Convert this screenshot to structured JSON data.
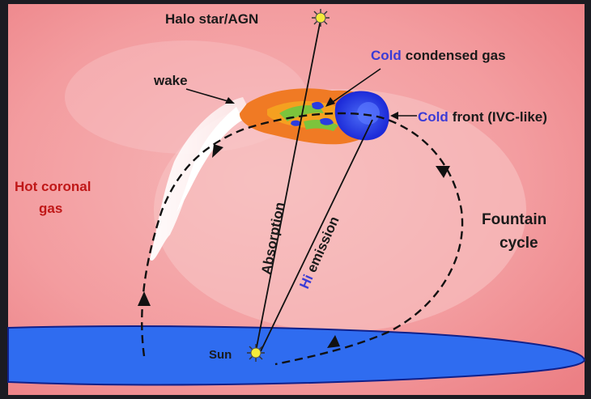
{
  "labels": {
    "halo_star": "Halo star/AGN",
    "cold_word": "Cold",
    "condensed_rest": "condensed gas",
    "wake": "wake",
    "front_cold": "Cold",
    "front_rest": "front (IVC-like)",
    "hot_line1": "Hot coronal",
    "hot_line2": "gas",
    "fountain_line1": "Fountain",
    "fountain_line2": "cycle",
    "absorption": "Absorption",
    "hi_prefix": "Hi",
    "emission": "emission",
    "sun": "Sun"
  },
  "colors": {
    "background_hot": "#f08a8e",
    "background_light": "#f6b7b8",
    "frame": "#1b1b22",
    "disk": "#2f6cf0",
    "disk_outline": "#10208a",
    "cold_text": "#3b3bd6",
    "hot_text": "#c01818",
    "wake_white": "#ffffff",
    "cloud_orange": "#f07a24",
    "cloud_green": "#7cc43c",
    "cloud_blue": "#2a3ce0",
    "star_yellow": "#f4ea3a",
    "line": "#111111"
  },
  "icons": [
    "halo-star-icon",
    "sun-icon"
  ]
}
